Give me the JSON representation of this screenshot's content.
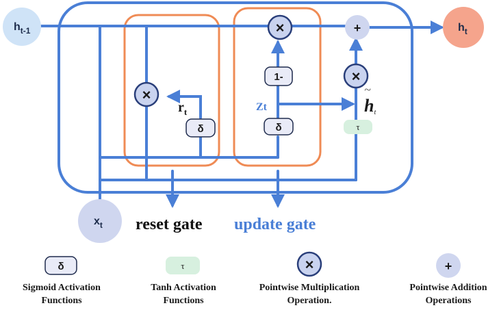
{
  "nodes": {
    "h_prev": {
      "base": "h",
      "sub": "t-1"
    },
    "h_t": {
      "base": "h",
      "sub": "t"
    },
    "x_t": {
      "base": "x",
      "sub": "t"
    }
  },
  "labels": {
    "r_t": {
      "base": "r",
      "sub": "t"
    },
    "z_t": "Zt",
    "h_tilde": {
      "base": "h",
      "tilde": "~",
      "sub": "t"
    },
    "reset_gate": "reset gate",
    "update_gate": "update gate"
  },
  "ops": {
    "multiply_symbol": "×",
    "add_symbol": "+",
    "sigmoid_symbol": "δ",
    "tanh_symbol": "τ",
    "one_minus": "1-"
  },
  "legend": [
    {
      "symbol": "δ",
      "line1": "Sigmoid Activation",
      "line2": "Functions"
    },
    {
      "symbol": "τ",
      "line1": "Tanh Activation",
      "line2": "Functions"
    },
    {
      "symbol": "×",
      "line1": "Pointwise Multiplication",
      "line2": "Operation."
    },
    {
      "symbol": "+",
      "line1": "Pointwise Addition",
      "line2": "Operations"
    }
  ],
  "colors": {
    "flow": "#4a7fd6",
    "gate_box": "#ef8b55",
    "node_blue": "#cfe3f7",
    "node_salmon": "#f5a48c",
    "op_fill": "#c9d3ef",
    "op_stroke": "#2a3f7a",
    "tanh_fill": "#d7f0df",
    "update_text": "#4a7fd6"
  }
}
